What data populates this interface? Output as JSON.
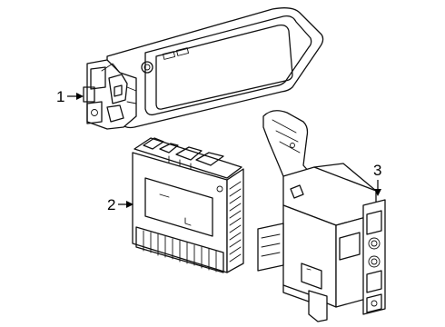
{
  "callouts": [
    {
      "id": "1",
      "label": "1",
      "part": "display-module"
    },
    {
      "id": "2",
      "label": "2",
      "part": "control-module"
    },
    {
      "id": "3",
      "label": "3",
      "part": "bracket-module"
    }
  ],
  "colors": {
    "line": "#111111",
    "background": "#ffffff"
  }
}
